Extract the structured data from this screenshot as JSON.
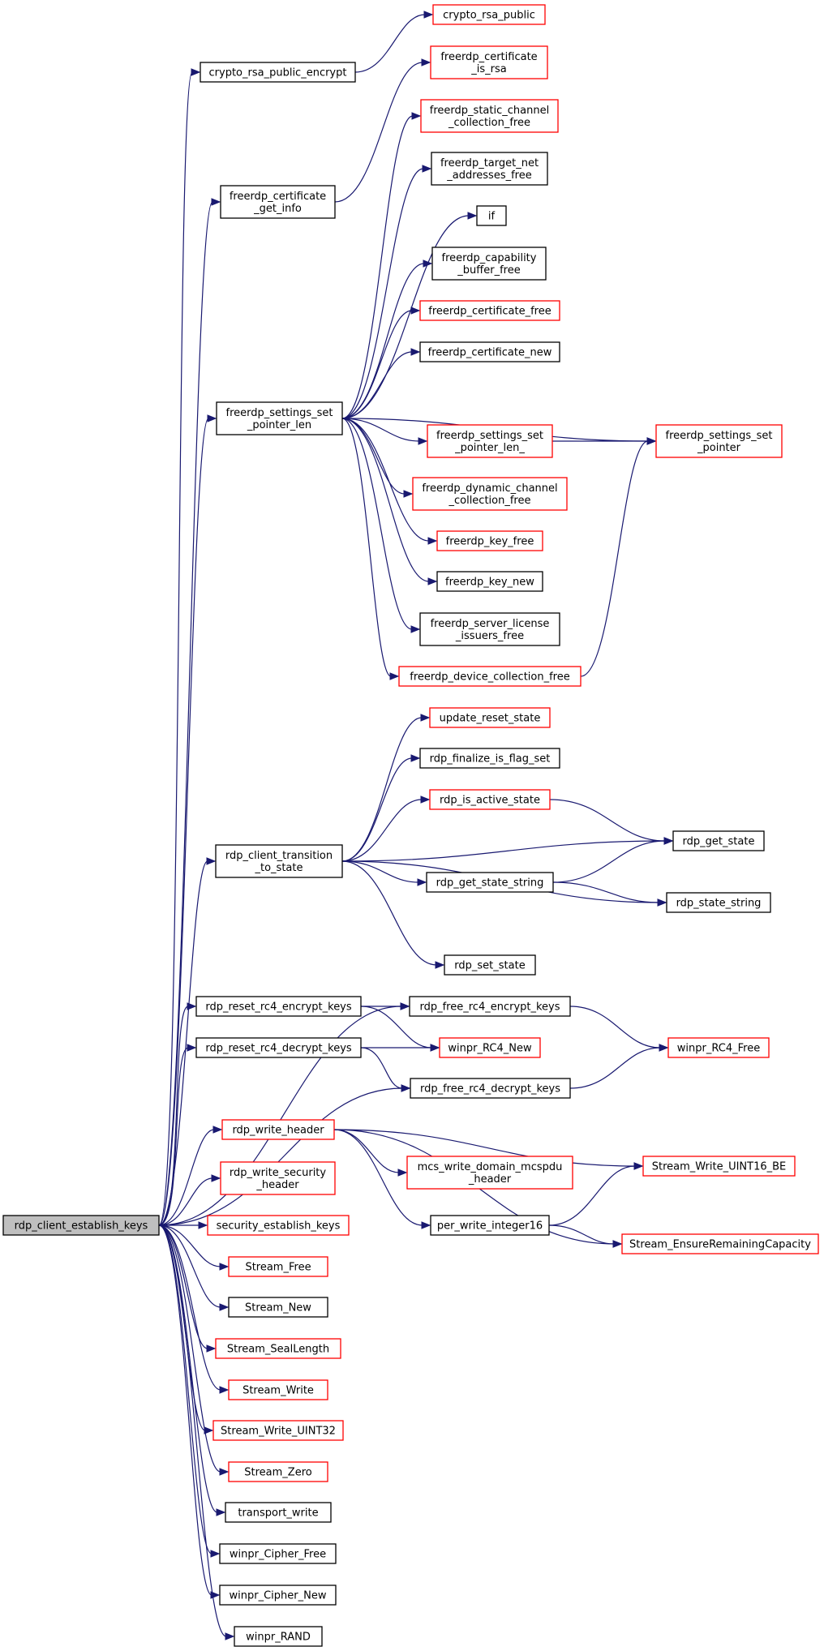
{
  "colors": {
    "edge": "#191970",
    "border_black": "#000000",
    "border_red": "#ff0000",
    "root_fill": "#bfbfbf"
  },
  "nodes": [
    {
      "id": "root",
      "lines": [
        "rdp_client_establish_keys"
      ],
      "border": "black",
      "root": true
    },
    {
      "id": "n_crypto_rsa_public_encrypt",
      "lines": [
        "crypto_rsa_public_encrypt"
      ],
      "border": "black"
    },
    {
      "id": "n_crypto_rsa_public",
      "lines": [
        "crypto_rsa_public"
      ],
      "border": "red"
    },
    {
      "id": "n_freerdp_certificate_get_info",
      "lines": [
        "freerdp_certificate",
        "_get_info"
      ],
      "border": "black"
    },
    {
      "id": "n_freerdp_certificate_is_rsa",
      "lines": [
        "freerdp_certificate",
        "_is_rsa"
      ],
      "border": "red"
    },
    {
      "id": "n_freerdp_settings_set_pointer_len",
      "lines": [
        "freerdp_settings_set",
        "_pointer_len"
      ],
      "border": "black"
    },
    {
      "id": "n_freerdp_static_channel_collection_free",
      "lines": [
        "freerdp_static_channel",
        "_collection_free"
      ],
      "border": "red"
    },
    {
      "id": "n_freerdp_target_net_addresses_free",
      "lines": [
        "freerdp_target_net",
        "_addresses_free"
      ],
      "border": "black"
    },
    {
      "id": "n_if",
      "lines": [
        "if"
      ],
      "border": "black"
    },
    {
      "id": "n_freerdp_capability_buffer_free",
      "lines": [
        "freerdp_capability",
        "_buffer_free"
      ],
      "border": "black"
    },
    {
      "id": "n_freerdp_certificate_free",
      "lines": [
        "freerdp_certificate_free"
      ],
      "border": "red"
    },
    {
      "id": "n_freerdp_certificate_new",
      "lines": [
        "freerdp_certificate_new"
      ],
      "border": "black"
    },
    {
      "id": "n_freerdp_settings_set_pointer_len_",
      "lines": [
        "freerdp_settings_set",
        "_pointer_len_"
      ],
      "border": "red"
    },
    {
      "id": "n_freerdp_settings_set_pointer",
      "lines": [
        "freerdp_settings_set",
        "_pointer"
      ],
      "border": "red"
    },
    {
      "id": "n_freerdp_dynamic_channel_collection_free",
      "lines": [
        "freerdp_dynamic_channel",
        "_collection_free"
      ],
      "border": "red"
    },
    {
      "id": "n_freerdp_key_free",
      "lines": [
        "freerdp_key_free"
      ],
      "border": "red"
    },
    {
      "id": "n_freerdp_key_new",
      "lines": [
        "freerdp_key_new"
      ],
      "border": "black"
    },
    {
      "id": "n_freerdp_server_license_issuers_free",
      "lines": [
        "freerdp_server_license",
        "_issuers_free"
      ],
      "border": "black"
    },
    {
      "id": "n_freerdp_device_collection_free",
      "lines": [
        "freerdp_device_collection_free"
      ],
      "border": "red"
    },
    {
      "id": "n_rdp_client_transition_to_state",
      "lines": [
        "rdp_client_transition",
        "_to_state"
      ],
      "border": "black"
    },
    {
      "id": "n_update_reset_state",
      "lines": [
        "update_reset_state"
      ],
      "border": "red"
    },
    {
      "id": "n_rdp_finalize_is_flag_set",
      "lines": [
        "rdp_finalize_is_flag_set"
      ],
      "border": "black"
    },
    {
      "id": "n_rdp_is_active_state",
      "lines": [
        "rdp_is_active_state"
      ],
      "border": "red"
    },
    {
      "id": "n_rdp_get_state",
      "lines": [
        "rdp_get_state"
      ],
      "border": "black"
    },
    {
      "id": "n_rdp_get_state_string",
      "lines": [
        "rdp_get_state_string"
      ],
      "border": "black"
    },
    {
      "id": "n_rdp_state_string",
      "lines": [
        "rdp_state_string"
      ],
      "border": "black"
    },
    {
      "id": "n_rdp_set_state",
      "lines": [
        "rdp_set_state"
      ],
      "border": "black"
    },
    {
      "id": "n_rdp_reset_rc4_encrypt_keys",
      "lines": [
        "rdp_reset_rc4_encrypt_keys"
      ],
      "border": "black"
    },
    {
      "id": "n_rdp_free_rc4_encrypt_keys",
      "lines": [
        "rdp_free_rc4_encrypt_keys"
      ],
      "border": "black"
    },
    {
      "id": "n_rdp_reset_rc4_decrypt_keys",
      "lines": [
        "rdp_reset_rc4_decrypt_keys"
      ],
      "border": "black"
    },
    {
      "id": "n_winpr_RC4_New",
      "lines": [
        "winpr_RC4_New"
      ],
      "border": "red"
    },
    {
      "id": "n_winpr_RC4_Free",
      "lines": [
        "winpr_RC4_Free"
      ],
      "border": "red"
    },
    {
      "id": "n_rdp_free_rc4_decrypt_keys",
      "lines": [
        "rdp_free_rc4_decrypt_keys"
      ],
      "border": "black"
    },
    {
      "id": "n_rdp_write_header",
      "lines": [
        "rdp_write_header"
      ],
      "border": "red"
    },
    {
      "id": "n_mcs_write_domain_mcspdu_header",
      "lines": [
        "mcs_write_domain_mcspdu",
        "_header"
      ],
      "border": "red"
    },
    {
      "id": "n_Stream_Write_UINT16_BE",
      "lines": [
        "Stream_Write_UINT16_BE"
      ],
      "border": "red"
    },
    {
      "id": "n_per_write_integer16",
      "lines": [
        "per_write_integer16"
      ],
      "border": "black"
    },
    {
      "id": "n_Stream_EnsureRemainingCapacity",
      "lines": [
        "Stream_EnsureRemainingCapacity"
      ],
      "border": "red"
    },
    {
      "id": "n_rdp_write_security_header",
      "lines": [
        "rdp_write_security",
        "_header"
      ],
      "border": "red"
    },
    {
      "id": "n_security_establish_keys",
      "lines": [
        "security_establish_keys"
      ],
      "border": "red"
    },
    {
      "id": "n_Stream_Free",
      "lines": [
        "Stream_Free"
      ],
      "border": "red"
    },
    {
      "id": "n_Stream_New",
      "lines": [
        "Stream_New"
      ],
      "border": "black"
    },
    {
      "id": "n_Stream_SealLength",
      "lines": [
        "Stream_SealLength"
      ],
      "border": "red"
    },
    {
      "id": "n_Stream_Write",
      "lines": [
        "Stream_Write"
      ],
      "border": "red"
    },
    {
      "id": "n_Stream_Write_UINT32",
      "lines": [
        "Stream_Write_UINT32"
      ],
      "border": "red"
    },
    {
      "id": "n_Stream_Zero",
      "lines": [
        "Stream_Zero"
      ],
      "border": "red"
    },
    {
      "id": "n_transport_write",
      "lines": [
        "transport_write"
      ],
      "border": "black"
    },
    {
      "id": "n_winpr_Cipher_Free",
      "lines": [
        "winpr_Cipher_Free"
      ],
      "border": "black"
    },
    {
      "id": "n_winpr_Cipher_New",
      "lines": [
        "winpr_Cipher_New"
      ],
      "border": "black"
    },
    {
      "id": "n_winpr_RAND",
      "lines": [
        "winpr_RAND"
      ],
      "border": "black"
    }
  ],
  "edges": [
    [
      "root",
      "n_crypto_rsa_public_encrypt"
    ],
    [
      "n_crypto_rsa_public_encrypt",
      "n_crypto_rsa_public"
    ],
    [
      "root",
      "n_freerdp_certificate_get_info"
    ],
    [
      "n_freerdp_certificate_get_info",
      "n_freerdp_certificate_is_rsa"
    ],
    [
      "root",
      "n_freerdp_settings_set_pointer_len"
    ],
    [
      "n_freerdp_settings_set_pointer_len",
      "n_freerdp_static_channel_collection_free"
    ],
    [
      "n_freerdp_settings_set_pointer_len",
      "n_freerdp_target_net_addresses_free"
    ],
    [
      "n_freerdp_settings_set_pointer_len",
      "n_if"
    ],
    [
      "n_freerdp_settings_set_pointer_len",
      "n_freerdp_capability_buffer_free"
    ],
    [
      "n_freerdp_settings_set_pointer_len",
      "n_freerdp_certificate_free"
    ],
    [
      "n_freerdp_settings_set_pointer_len",
      "n_freerdp_certificate_new"
    ],
    [
      "n_freerdp_settings_set_pointer_len",
      "n_freerdp_settings_set_pointer"
    ],
    [
      "n_freerdp_settings_set_pointer_len",
      "n_freerdp_settings_set_pointer_len_"
    ],
    [
      "n_freerdp_settings_set_pointer_len_",
      "n_freerdp_settings_set_pointer"
    ],
    [
      "n_freerdp_settings_set_pointer_len",
      "n_freerdp_dynamic_channel_collection_free"
    ],
    [
      "n_freerdp_settings_set_pointer_len",
      "n_freerdp_key_free"
    ],
    [
      "n_freerdp_settings_set_pointer_len",
      "n_freerdp_key_new"
    ],
    [
      "n_freerdp_settings_set_pointer_len",
      "n_freerdp_server_license_issuers_free"
    ],
    [
      "n_freerdp_settings_set_pointer_len",
      "n_freerdp_device_collection_free"
    ],
    [
      "n_freerdp_device_collection_free",
      "n_freerdp_settings_set_pointer"
    ],
    [
      "root",
      "n_rdp_client_transition_to_state"
    ],
    [
      "n_rdp_client_transition_to_state",
      "n_update_reset_state"
    ],
    [
      "n_rdp_client_transition_to_state",
      "n_rdp_finalize_is_flag_set"
    ],
    [
      "n_rdp_client_transition_to_state",
      "n_rdp_is_active_state"
    ],
    [
      "n_rdp_is_active_state",
      "n_rdp_get_state"
    ],
    [
      "n_rdp_client_transition_to_state",
      "n_rdp_get_state"
    ],
    [
      "n_rdp_client_transition_to_state",
      "n_rdp_get_state_string"
    ],
    [
      "n_rdp_get_state_string",
      "n_rdp_get_state"
    ],
    [
      "n_rdp_get_state_string",
      "n_rdp_state_string"
    ],
    [
      "n_rdp_client_transition_to_state",
      "n_rdp_state_string"
    ],
    [
      "n_rdp_client_transition_to_state",
      "n_rdp_set_state"
    ],
    [
      "root",
      "n_rdp_free_rc4_encrypt_keys"
    ],
    [
      "root",
      "n_rdp_reset_rc4_encrypt_keys"
    ],
    [
      "n_rdp_reset_rc4_encrypt_keys",
      "n_rdp_free_rc4_encrypt_keys"
    ],
    [
      "n_rdp_reset_rc4_encrypt_keys",
      "n_winpr_RC4_New"
    ],
    [
      "n_rdp_free_rc4_encrypt_keys",
      "n_winpr_RC4_Free"
    ],
    [
      "root",
      "n_rdp_reset_rc4_decrypt_keys"
    ],
    [
      "n_rdp_reset_rc4_decrypt_keys",
      "n_winpr_RC4_New"
    ],
    [
      "n_rdp_reset_rc4_decrypt_keys",
      "n_rdp_free_rc4_decrypt_keys"
    ],
    [
      "n_rdp_free_rc4_decrypt_keys",
      "n_winpr_RC4_Free"
    ],
    [
      "root",
      "n_rdp_free_rc4_decrypt_keys"
    ],
    [
      "root",
      "n_rdp_write_header"
    ],
    [
      "n_rdp_write_header",
      "n_mcs_write_domain_mcspdu_header"
    ],
    [
      "n_rdp_write_header",
      "n_Stream_Write_UINT16_BE"
    ],
    [
      "n_rdp_write_header",
      "n_per_write_integer16"
    ],
    [
      "n_rdp_write_header",
      "n_Stream_EnsureRemainingCapacity"
    ],
    [
      "n_per_write_integer16",
      "n_Stream_Write_UINT16_BE"
    ],
    [
      "n_per_write_integer16",
      "n_Stream_EnsureRemainingCapacity"
    ],
    [
      "root",
      "n_rdp_write_security_header"
    ],
    [
      "root",
      "n_security_establish_keys"
    ],
    [
      "root",
      "n_Stream_Free"
    ],
    [
      "root",
      "n_Stream_New"
    ],
    [
      "root",
      "n_Stream_SealLength"
    ],
    [
      "root",
      "n_Stream_Write"
    ],
    [
      "root",
      "n_Stream_Write_UINT32"
    ],
    [
      "root",
      "n_Stream_Zero"
    ],
    [
      "root",
      "n_transport_write"
    ],
    [
      "root",
      "n_winpr_Cipher_Free"
    ],
    [
      "root",
      "n_winpr_Cipher_New"
    ],
    [
      "root",
      "n_winpr_RAND"
    ]
  ]
}
